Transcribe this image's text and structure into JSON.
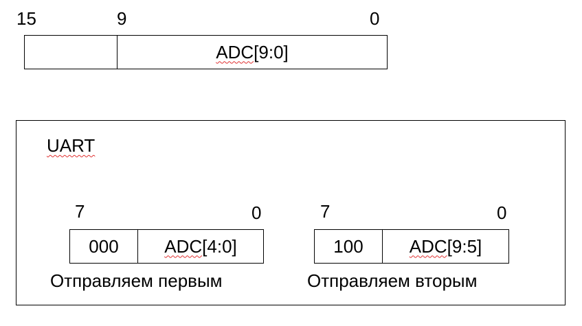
{
  "register": {
    "bit_high": "15",
    "bit_mid": "9",
    "bit_low": "0",
    "field_label": "ADC[9:0]"
  },
  "uart": {
    "title": "UART",
    "first_packet": {
      "bit_high": "7",
      "bit_low": "0",
      "prefix": "000",
      "field": "ADC[4:0]",
      "caption": "Отправляем первым"
    },
    "second_packet": {
      "bit_high": "7",
      "bit_low": "0",
      "prefix": "100",
      "field": "ADC[9:5]",
      "caption": "Отправляем вторым"
    }
  },
  "colors": {
    "line": "#000000",
    "spellcheck_underline": "#e03030",
    "background": "#ffffff"
  }
}
